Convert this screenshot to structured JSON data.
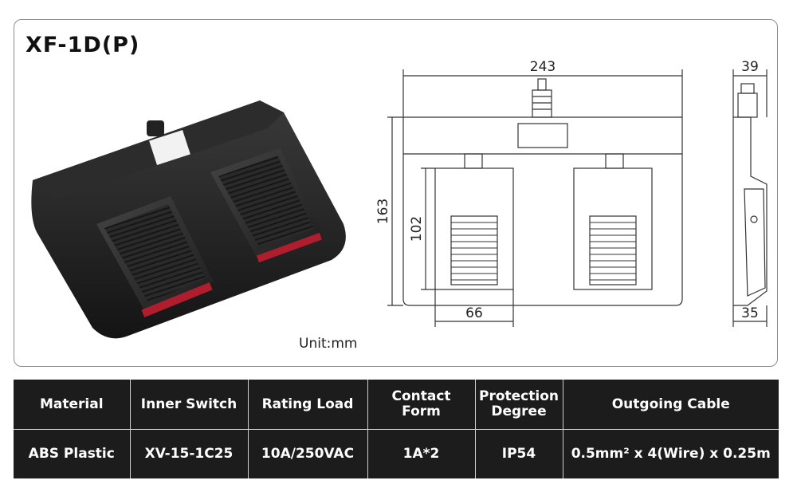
{
  "model": "XF-1D(P)",
  "unit_note": "Unit:mm",
  "drawing": {
    "dims": {
      "width": "243",
      "depth": "39",
      "height": "163",
      "pedal_height": "102",
      "pedal_width": "66",
      "base_depth": "35"
    }
  },
  "specs": {
    "headers": [
      "Material",
      "Inner Switch",
      "Rating Load",
      "Contact Form",
      "Protection Degree",
      "Outgoing Cable"
    ],
    "values": [
      "ABS Plastic",
      "XV-15-1C25",
      "10A/250VAC",
      "1A*2",
      "IP54",
      "0.5mm² x 4(Wire) x 0.25m"
    ]
  }
}
